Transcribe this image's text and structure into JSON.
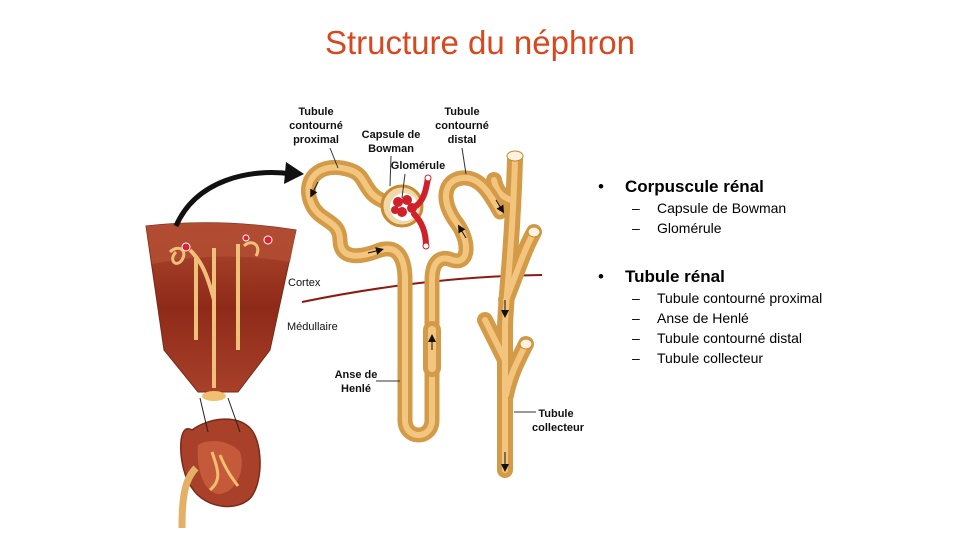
{
  "title": "Structure du néphron",
  "diagram_labels": {
    "tubule_proximal": [
      "Tubule",
      "contourné",
      "proximal"
    ],
    "capsule": [
      "Capsule de",
      "Bowman"
    ],
    "glomerule": "Glomérule",
    "tubule_distal": [
      "Tubule",
      "contourné",
      "distal"
    ],
    "cortex": "Cortex",
    "medullaire": "Médullaire",
    "anse": [
      "Anse de",
      "Henlé"
    ],
    "collecteur": [
      "Tubule",
      "collecteur"
    ]
  },
  "legend": {
    "sections": [
      {
        "bullet": "•",
        "heading": "Corpuscule rénal",
        "items": [
          "Capsule de Bowman",
          "Glomérule"
        ]
      },
      {
        "bullet": "•",
        "heading": "Tubule rénal",
        "items": [
          "Tubule contourné proximal",
          "Anse de Henlé",
          "Tubule contourné distal",
          "Tubule collecteur"
        ]
      }
    ],
    "dash": "–"
  },
  "colors": {
    "title": "#d9471f",
    "tubule": "#e2a650",
    "tissue": "#9a3a20",
    "boundary": "#8b1a10",
    "blood": "#d0202a"
  }
}
